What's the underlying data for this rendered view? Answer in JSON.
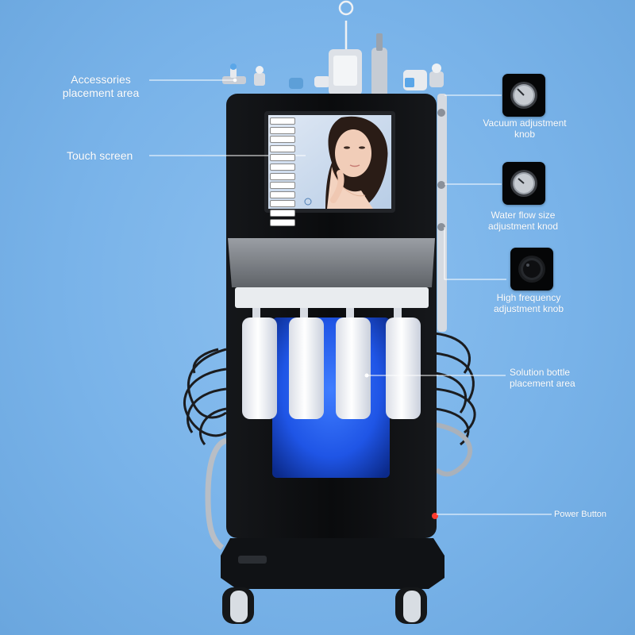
{
  "labels": {
    "accessories": [
      "Accessories",
      "placement area"
    ],
    "touch_screen": "Touch screen",
    "vacuum": [
      "Vacuum adjustment",
      "knob"
    ],
    "water_flow": [
      "Water flow size",
      "adjustment knod"
    ],
    "high_frequency": [
      "High frequency",
      "adjustment knob"
    ],
    "solution_bottle": [
      "Solution bottle",
      "placement area"
    ],
    "power_button": "Power Button"
  },
  "colors": {
    "background": "#79b3e9",
    "machine_body": "#0b0c0e",
    "blue_light": "#2f6bff",
    "callout_line": "#ffffff"
  },
  "icons": [
    "knob-icon",
    "power-button-icon",
    "handpiece-icon",
    "bottle-icon",
    "face-image"
  ]
}
